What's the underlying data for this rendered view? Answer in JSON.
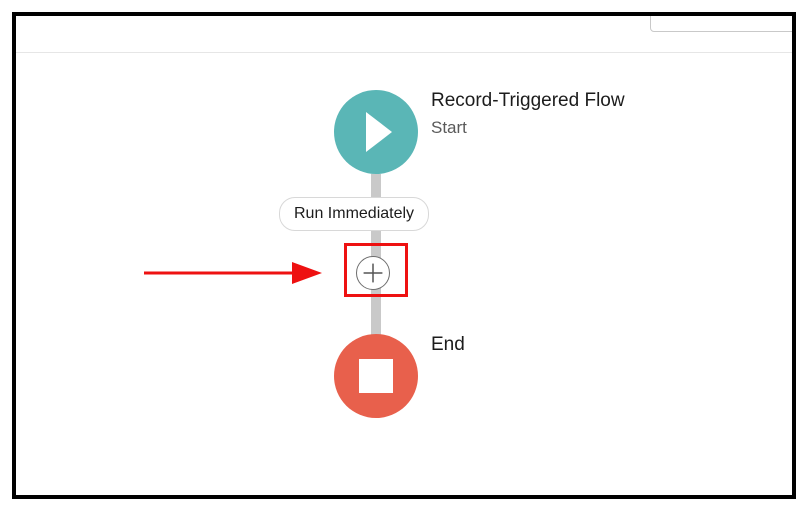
{
  "flow": {
    "start_node": {
      "title": "Record-Triggered Flow",
      "subtitle": "Start",
      "icon": "play-icon",
      "color": "#5ab6b6"
    },
    "path_label": "Run Immediately",
    "add_element": {
      "icon": "plus-icon",
      "highlight_color": "#ee1111"
    },
    "end_node": {
      "title": "End",
      "icon": "stop-icon",
      "color": "#e8604c"
    }
  },
  "annotation": {
    "arrow_color": "#ee1111"
  }
}
